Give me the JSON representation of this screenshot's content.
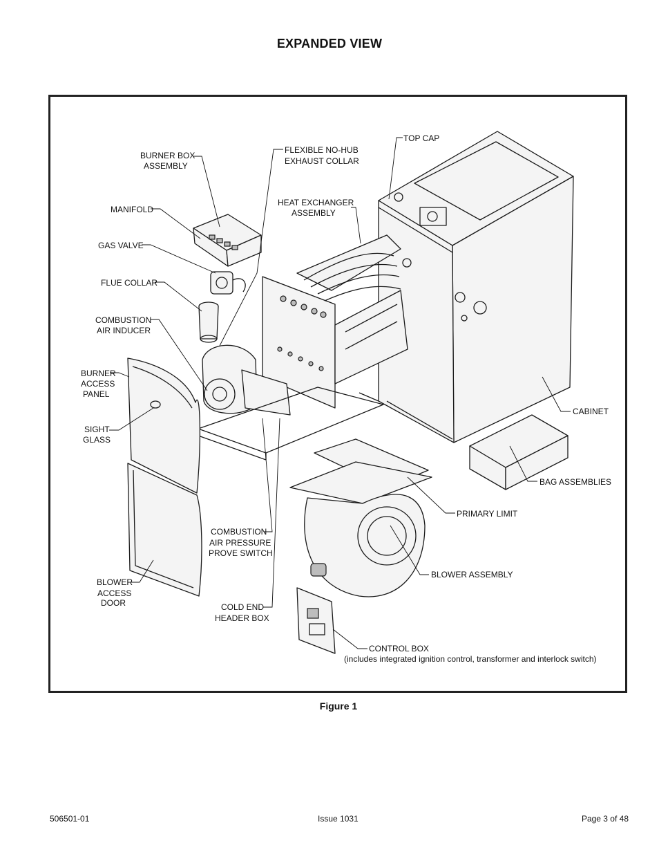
{
  "page": {
    "title": "EXPANDED VIEW",
    "caption": "Figure 1",
    "footer_left": "506501-01",
    "footer_center": "Issue 1031",
    "footer_right": "Page 3 of 48"
  },
  "labels": {
    "burner_box_1": "BURNER BOX",
    "burner_box_2": "ASSEMBLY",
    "flexible_1": "FLEXIBLE NO-HUB",
    "flexible_2": "EXHAUST COLLAR",
    "top_cap": "TOP CAP",
    "manifold": "MANIFOLD",
    "heat_exchanger_1": "HEAT EXCHANGER",
    "heat_exchanger_2": "ASSEMBLY",
    "gas_valve": "GAS VALVE",
    "flue_collar": "FLUE COLLAR",
    "inducer_1": "COMBUSTION",
    "inducer_2": "AIR INDUCER",
    "burner_panel_1": "BURNER",
    "burner_panel_2": "ACCESS",
    "burner_panel_3": "PANEL",
    "sight_glass_1": "SIGHT",
    "sight_glass_2": "GLASS",
    "cabinet": "CABINET",
    "bag": "BAG ASSEMBLIES",
    "primary_limit": "PRIMARY LIMIT",
    "pressure_1": "COMBUSTION",
    "pressure_2": "AIR PRESSURE",
    "pressure_3": "PROVE SWITCH",
    "blower_assembly": "BLOWER ASSEMBLY",
    "blower_door_1": "BLOWER",
    "blower_door_2": "ACCESS",
    "blower_door_3": "DOOR",
    "cold_end_1": "COLD END",
    "cold_end_2": "HEADER BOX",
    "control_box": "CONTROL BOX",
    "control_box_note": "(includes integrated ignition control, transformer and interlock switch)"
  }
}
